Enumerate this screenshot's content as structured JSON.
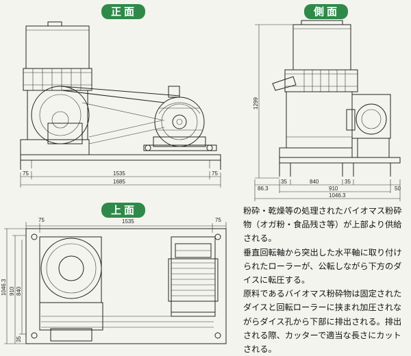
{
  "views": {
    "front": "正面",
    "side": "側面",
    "top": "上面"
  },
  "dimensions": {
    "front": {
      "overall": "1685",
      "inner": "1535",
      "left_margin": "75",
      "right_margin": "75"
    },
    "side": {
      "height": "1299",
      "left_offset": "86.3",
      "left_35": "35",
      "center": "840",
      "right_35": "35",
      "total": "910",
      "right_50": "50",
      "overall": "1046.3"
    },
    "top": {
      "width": "1535",
      "left_75": "75",
      "right_75": "75",
      "depth_total": "1046.3",
      "depth_910": "910",
      "depth_840": "840",
      "bottom_35": "35"
    }
  },
  "description": {
    "para1": "粉砕・乾燥等の処理されたバイオマス粉砕物（オガ粉・食品残さ等）が上部より供給される。",
    "para2": "垂直回転軸から突出した水平軸に取り付けられたローラーが、公転しながら下方のダイスに転圧する。",
    "para3": "原料であるバイオマス粉砕物は固定されたダイスと回転ローラーに挟まれ加圧されながらダイス孔から下部に排出される。排出される際、カッターで適当な長さにカットされる。"
  }
}
